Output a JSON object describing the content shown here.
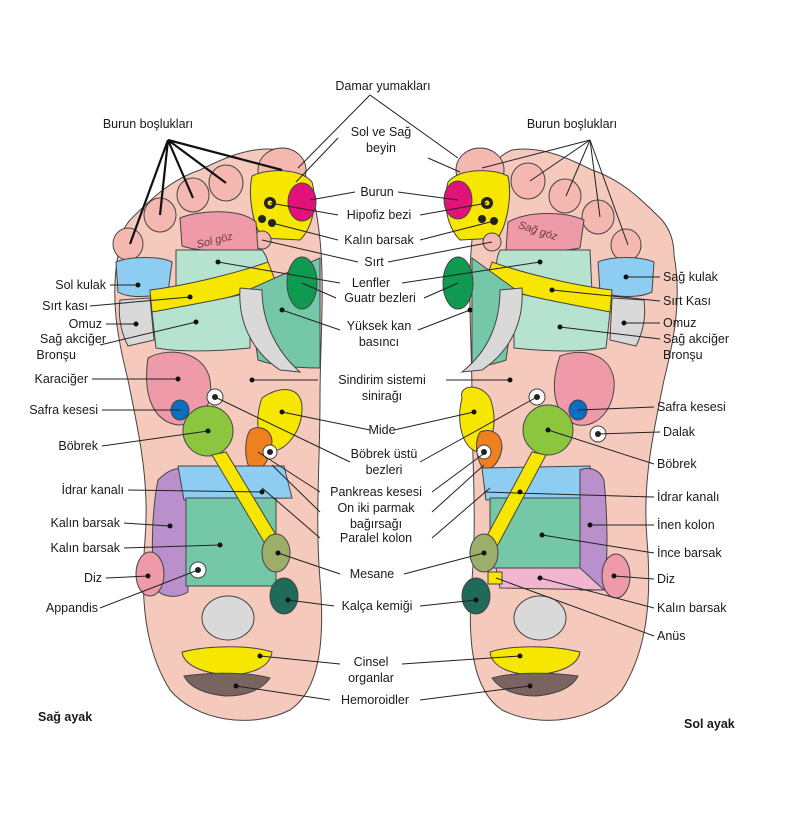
{
  "labels": {
    "damar": "Damar yumakları",
    "beyin1": "Sol ve Sağ",
    "beyin2": "beyin",
    "burun": "Burun",
    "hipofiz": "Hipofiz bezi",
    "kalin_barsak_top": "Kalın barsak",
    "sirt": "Sırt",
    "lenfler": "Lenfler",
    "guatr": "Guatr bezleri",
    "yuksek1": "Yüksek kan",
    "yuksek2": "basıncı",
    "sindirim1": "Sindirim sistemi",
    "sindirim2": "sinirağı",
    "mide": "Mide",
    "bobrek_ustu1": "Böbrek üstü",
    "bobrek_ustu2": "bezleri",
    "pankreas": "Pankreas kesesi",
    "onikiparmak1": "On iki parmak",
    "onikiparmak2": "bağırsağı",
    "paralel": "Paralel kolon",
    "mesane": "Mesane",
    "kalca": "Kalça kemiği",
    "cinsel1": "Cinsel",
    "cinsel2": "organlar",
    "hemoroid": "Hemoroidler",
    "left_burun_bosluk": "Burun boşlukları",
    "left_sol_kulak": "Sol kulak",
    "left_sirt_kasi": "Sırt kası",
    "left_omuz": "Omuz",
    "left_akciger1": "Sağ akciğer",
    "left_akciger2": "Bronşu",
    "left_karaciger": "Karaciğer",
    "left_safra": "Safra kesesi",
    "left_bobrek": "Böbrek",
    "left_idrar": "İdrar kanalı",
    "left_kalin1": "Kalın barsak",
    "left_kalin2": "Kalın barsak",
    "left_diz": "Diz",
    "left_appandis": "Appandis",
    "right_burun_bosluk": "Burun boşlukları",
    "right_sag_kulak": "Sağ kulak",
    "right_sirt_kasi": "Sırt Kası",
    "right_omuz": "Omuz",
    "right_akciger1": "Sağ akciğer",
    "right_akciger2": "Bronşu",
    "right_safra": "Safra kesesi",
    "right_dalak": "Dalak",
    "right_bobrek": "Böbrek",
    "right_idrar": "İdrar kanalı",
    "right_inen": "İnen kolon",
    "right_ince": "İnce barsak",
    "right_diz": "Diz",
    "right_kalin": "Kalın barsak",
    "right_anus": "Anüs",
    "zone_sol_goz": "Sol göz",
    "zone_sag_goz": "Sağ göz",
    "foot_left": "Sağ ayak",
    "foot_right": "Sol ayak"
  },
  "colors": {
    "skin": "#f6c9bd",
    "pink_toe": "#f4b8b0",
    "yellow": "#f7e600",
    "magenta": "#e2127a",
    "blue_light": "#8ecdf2",
    "mint": "#b5e3cf",
    "teal": "#74c8a8",
    "green": "#0f9a52",
    "grey": "#d9d9d9",
    "lime": "#8cc63f",
    "orange": "#f07f20",
    "purple": "#b990cc",
    "dark_teal": "#1e6b5a",
    "olive": "#9cae6a",
    "brown": "#7a6460",
    "rose": "#ef9aa8",
    "blue": "#0b6ec0"
  }
}
